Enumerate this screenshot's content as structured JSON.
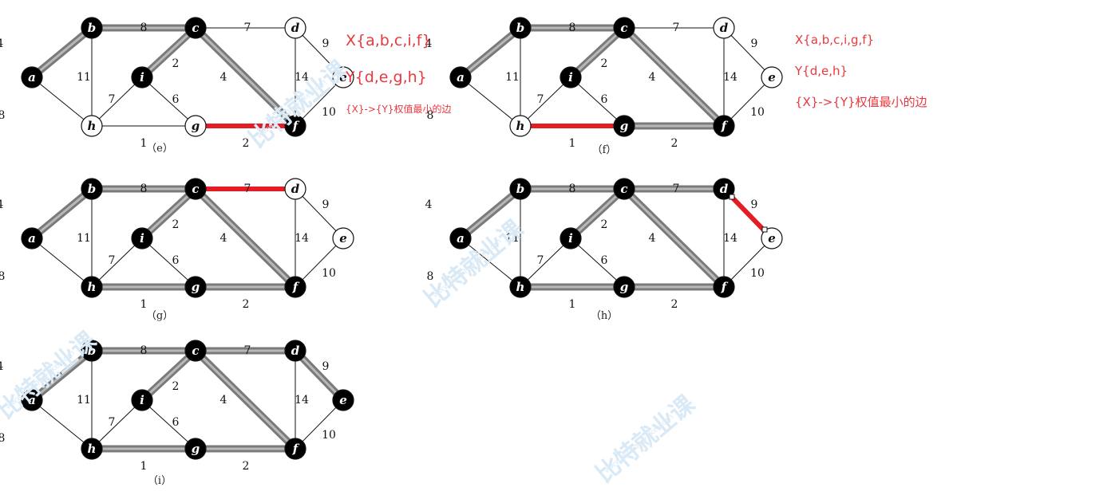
{
  "watermark": {
    "text": "比特就业课",
    "url": "www.biteqiuyeke.com"
  },
  "graph": {
    "nodes": [
      {
        "id": "a",
        "label": "a"
      },
      {
        "id": "b",
        "label": "b"
      },
      {
        "id": "c",
        "label": "c"
      },
      {
        "id": "d",
        "label": "d"
      },
      {
        "id": "e",
        "label": "e"
      },
      {
        "id": "f",
        "label": "f"
      },
      {
        "id": "g",
        "label": "g"
      },
      {
        "id": "h",
        "label": "h"
      },
      {
        "id": "i",
        "label": "i"
      }
    ],
    "edges": [
      {
        "id": "ab",
        "u": "a",
        "v": "b",
        "w": "4"
      },
      {
        "id": "bc",
        "u": "b",
        "v": "c",
        "w": "8"
      },
      {
        "id": "cd",
        "u": "c",
        "v": "d",
        "w": "7"
      },
      {
        "id": "de",
        "u": "d",
        "v": "e",
        "w": "9"
      },
      {
        "id": "ah",
        "u": "a",
        "v": "h",
        "w": "8"
      },
      {
        "id": "bh",
        "u": "b",
        "v": "h",
        "w": "11"
      },
      {
        "id": "ci",
        "u": "c",
        "v": "i",
        "w": "2"
      },
      {
        "id": "cf",
        "u": "c",
        "v": "f",
        "w": "4"
      },
      {
        "id": "hi",
        "u": "h",
        "v": "i",
        "w": "7"
      },
      {
        "id": "gi",
        "u": "g",
        "v": "i",
        "w": "6"
      },
      {
        "id": "hg",
        "u": "h",
        "v": "g",
        "w": "1"
      },
      {
        "id": "gf",
        "u": "g",
        "v": "f",
        "w": "2"
      },
      {
        "id": "df",
        "u": "d",
        "v": "f",
        "w": "14"
      },
      {
        "id": "ef",
        "u": "e",
        "v": "f",
        "w": "10"
      }
    ]
  },
  "panels": [
    {
      "id": "e",
      "caption": "（e）",
      "filled": [
        "a",
        "b",
        "c",
        "i",
        "f"
      ],
      "tree": [
        "ab",
        "bc",
        "ci",
        "cf"
      ],
      "highlight": "gf",
      "annotations": [
        {
          "text": "X{a,b,c,i,f}",
          "size": "big"
        },
        {
          "text": "Y{d,e,g,h}",
          "size": "big"
        },
        {
          "text": "{X}->{Y}权值最小的边",
          "size": "tiny"
        }
      ]
    },
    {
      "id": "f",
      "caption": "（f）",
      "filled": [
        "a",
        "b",
        "c",
        "i",
        "g",
        "f"
      ],
      "tree": [
        "ab",
        "bc",
        "ci",
        "cf",
        "gf"
      ],
      "highlight": "hg",
      "annotations": [
        {
          "text": "X{a,b,c,i,g,f}",
          "size": "small"
        },
        {
          "text": "Y{d,e,h}",
          "size": "small"
        },
        {
          "text": "{X}->{Y}权值最小的边",
          "size": "small"
        }
      ]
    },
    {
      "id": "g",
      "caption": "（g）",
      "filled": [
        "a",
        "b",
        "c",
        "i",
        "g",
        "f",
        "h"
      ],
      "tree": [
        "ab",
        "bc",
        "ci",
        "cf",
        "gf",
        "hg"
      ],
      "highlight": "cd",
      "annotations": []
    },
    {
      "id": "h",
      "caption": "（h）",
      "filled": [
        "a",
        "b",
        "c",
        "i",
        "g",
        "f",
        "h",
        "d"
      ],
      "tree": [
        "ab",
        "bc",
        "ci",
        "cf",
        "gf",
        "hg",
        "cd"
      ],
      "highlight": "de",
      "annotations": []
    },
    {
      "id": "i",
      "caption": "（i）",
      "filled": [
        "a",
        "b",
        "c",
        "i",
        "g",
        "f",
        "h",
        "d",
        "e"
      ],
      "tree": [
        "ab",
        "bc",
        "ci",
        "cf",
        "gf",
        "hg",
        "cd",
        "de"
      ],
      "highlight": "",
      "annotations": []
    }
  ],
  "colors": {
    "highlight": "#e41d25",
    "tree_edge": "#7a7a7a",
    "plain_edge": "#111111",
    "filled_node": "#000000",
    "empty_node": "#ffffff"
  }
}
